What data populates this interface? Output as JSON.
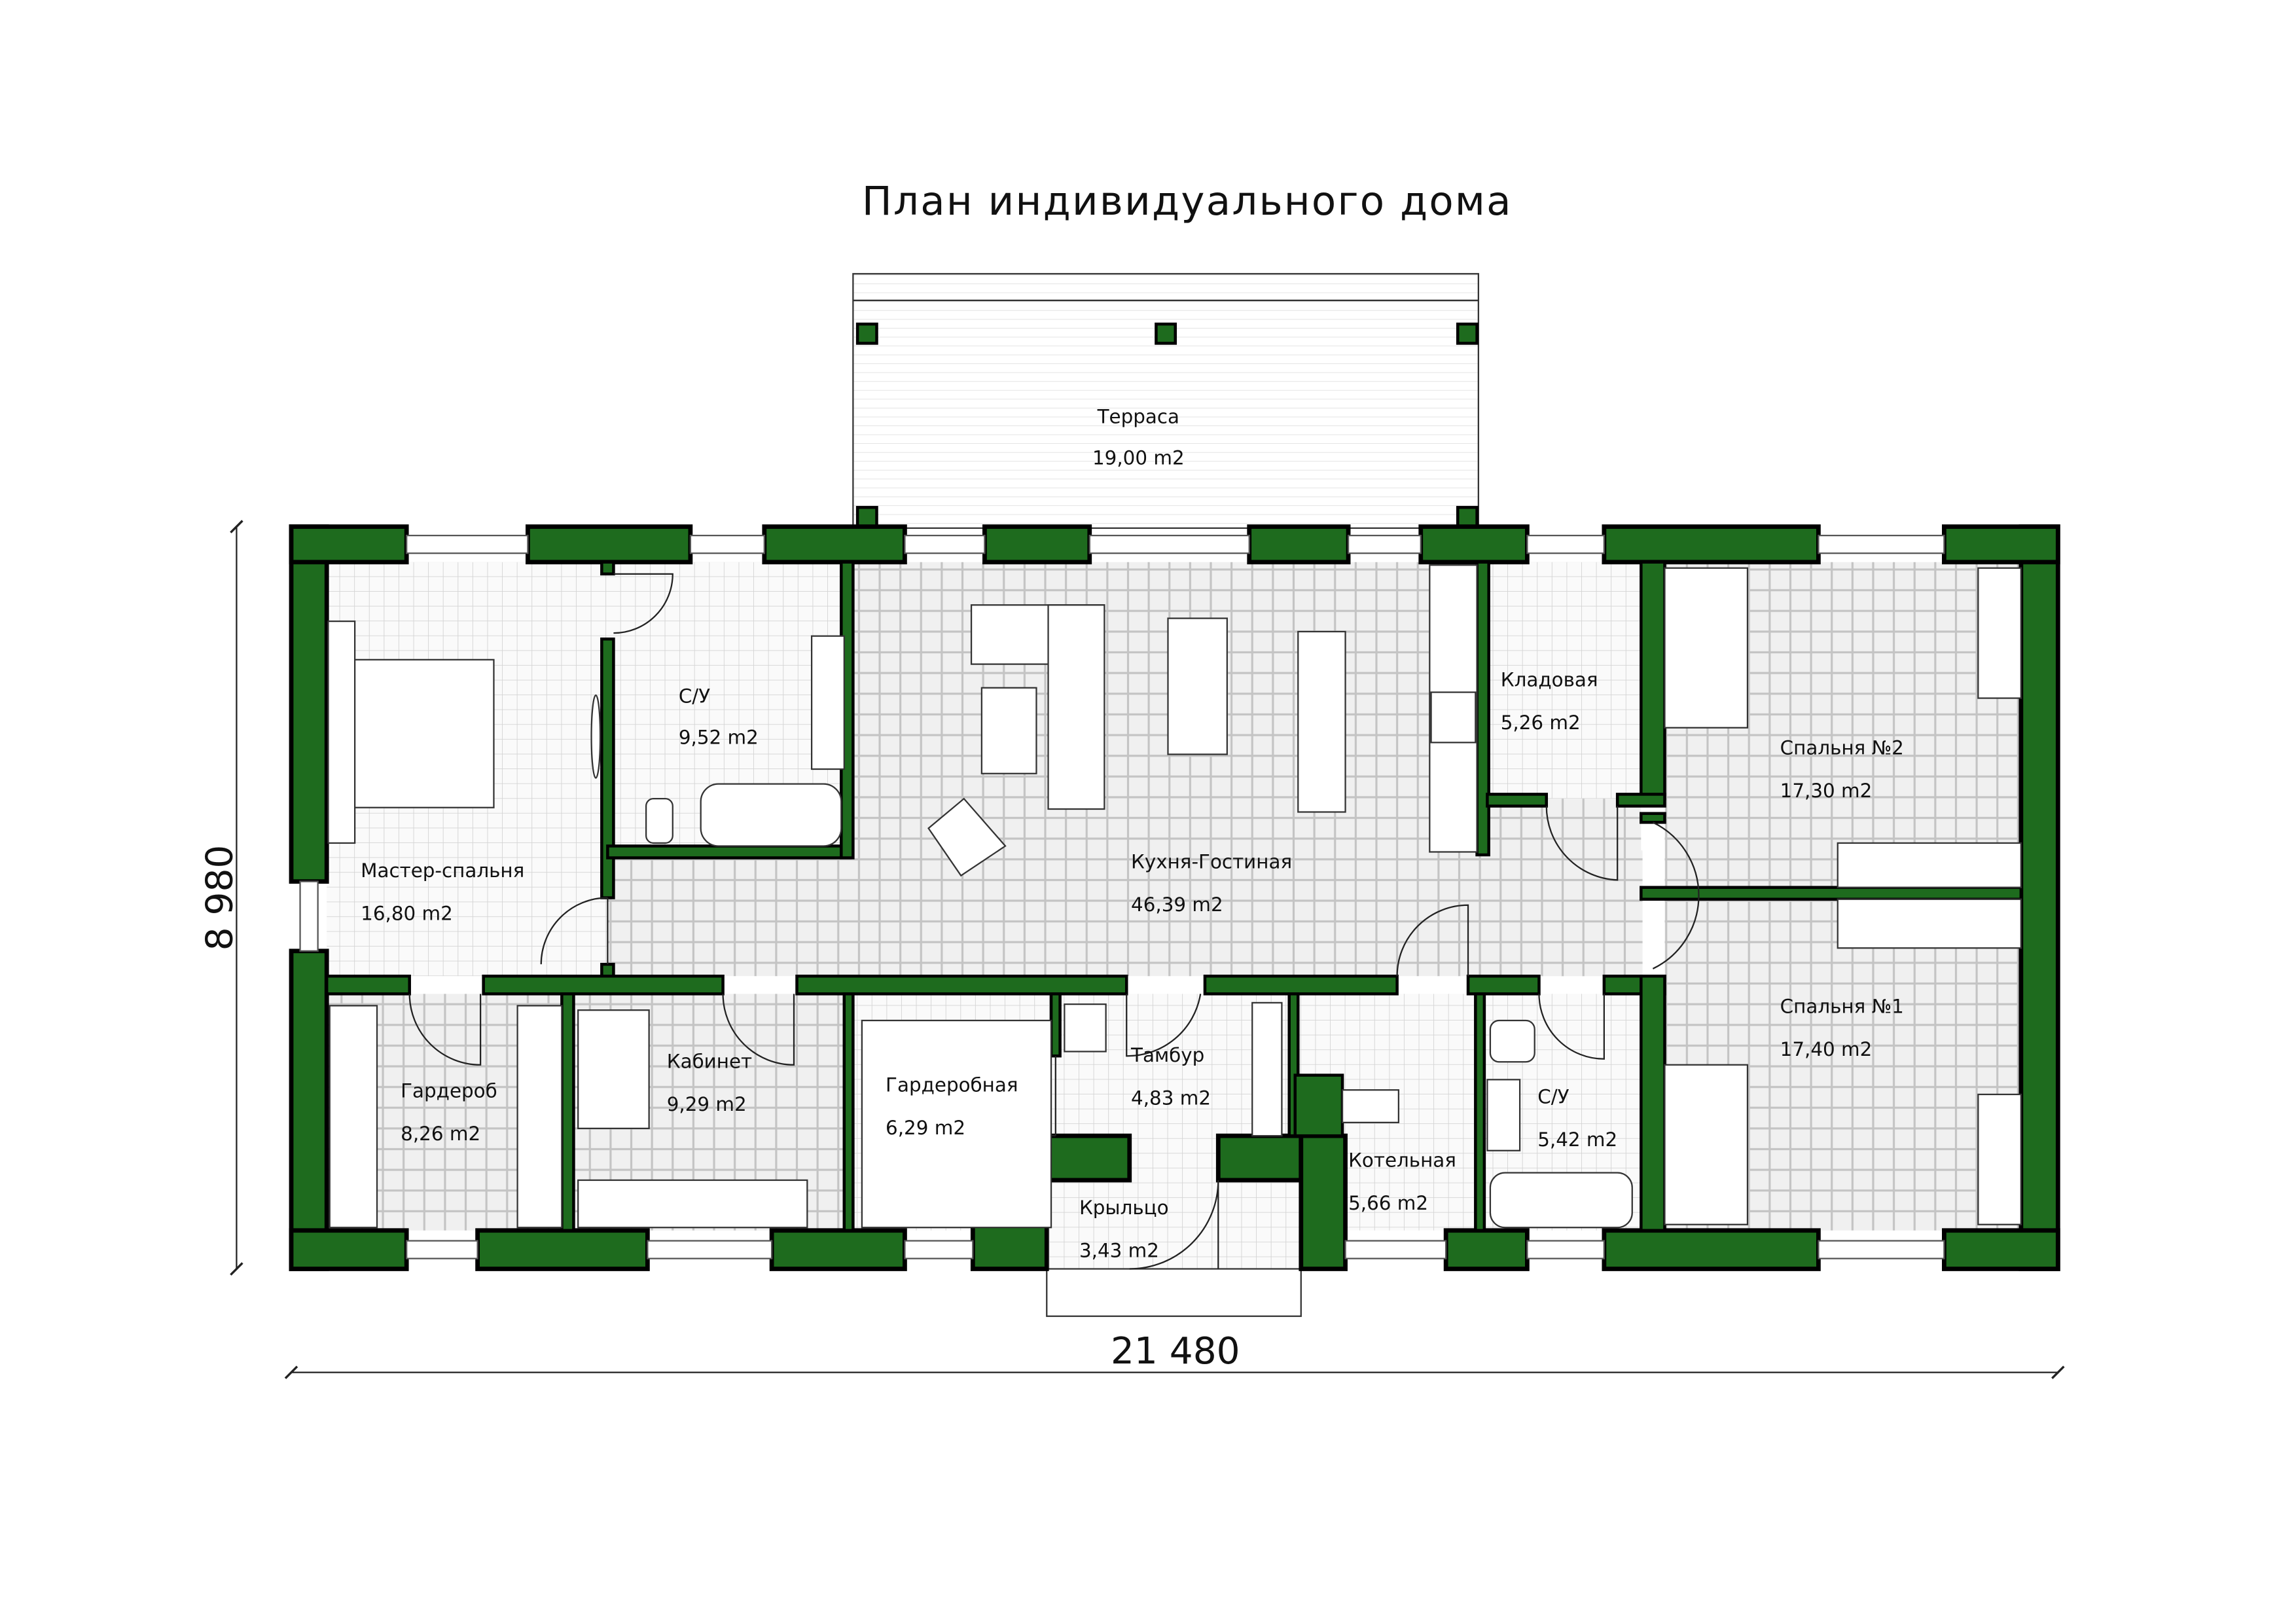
{
  "title": "План индивидуального дома",
  "dimensions": {
    "width": "21 480",
    "height": "8 980"
  },
  "colors": {
    "wall": "#1e6b1e",
    "floor": "#e6e6e6"
  },
  "rooms": {
    "terrace": {
      "name": "Терраса",
      "area": "19,00 m2"
    },
    "master_bedroom": {
      "name": "Мастер-спальня",
      "area": "16,80 m2"
    },
    "bathroom1": {
      "name": "С/У",
      "area": "9,52 m2"
    },
    "kitchen_living": {
      "name": "Кухня-Гостиная",
      "area": "46,39 m2"
    },
    "pantry": {
      "name": "Кладовая",
      "area": "5,26 m2"
    },
    "bedroom2": {
      "name": "Спальня №2",
      "area": "17,30 m2"
    },
    "bedroom1": {
      "name": "Спальня №1",
      "area": "17,40 m2"
    },
    "wardrobe": {
      "name": "Гардероб",
      "area": "8,26 m2"
    },
    "study": {
      "name": "Кабинет",
      "area": "9,29 m2"
    },
    "dressing_room": {
      "name": "Гардеробная",
      "area": "6,29 m2"
    },
    "vestibule": {
      "name": "Тамбур",
      "area": "4,83 m2"
    },
    "boiler_room": {
      "name": "Котельная",
      "area": "5,66 m2"
    },
    "bathroom2": {
      "name": "С/У",
      "area": "5,42 m2"
    },
    "porch": {
      "name": "Крыльцо",
      "area": "3,43 m2"
    }
  }
}
